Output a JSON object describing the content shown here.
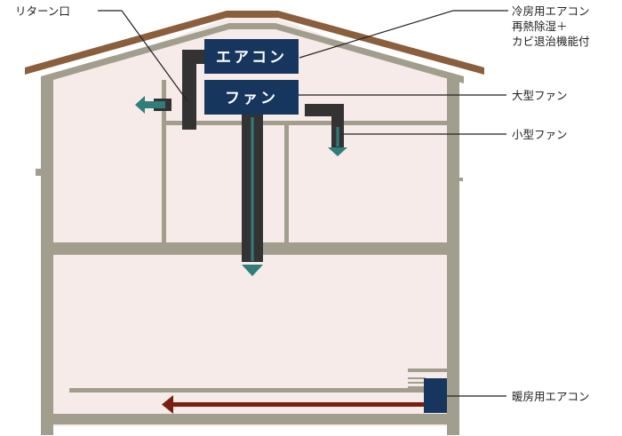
{
  "labels": {
    "return_outlet": "リターン口",
    "aircon_cooling_line1": "冷房用エアコン",
    "aircon_cooling_line2": "再熱除湿＋",
    "aircon_cooling_line3": "カビ退治機能付",
    "large_fan": "大型ファン",
    "small_fan": "小型ファン",
    "heating_aircon": "暖房用エアコン"
  },
  "boxes": {
    "aircon": "エアコン",
    "fan": "ファン"
  },
  "colors": {
    "roof": "#8b5e3c",
    "wall": "#a29e8e",
    "interior": "#f6ebe8",
    "duct": "#333333",
    "unit_navy": "#16365e",
    "airflow_teal": "#2f7e7c",
    "heat_arrow": "#7a2010",
    "leader_line": "#222222"
  },
  "icons": {
    "airflow_arrow": "arrow-icon",
    "heat_arrow": "arrow-left-icon"
  }
}
